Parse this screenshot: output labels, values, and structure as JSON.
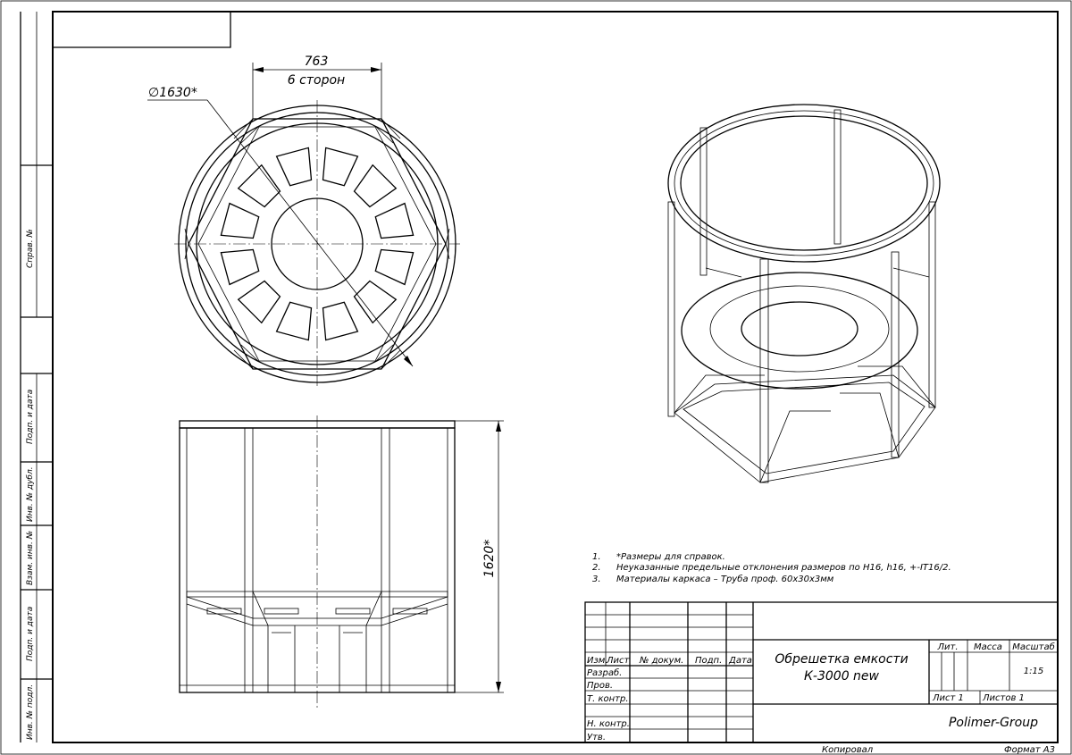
{
  "dimensions": {
    "side_length": "763",
    "side_note": "6 сторон",
    "diameter": "∅1630*",
    "height": "1620*"
  },
  "notes": [
    {
      "num": "1.",
      "text": "*Размеры для справок."
    },
    {
      "num": "2.",
      "text": "Неуказанные предельные отклонения размеров по H16, h16, +-IT16/2."
    },
    {
      "num": "3.",
      "text": "Материалы каркаса – Труба проф. 60x30x3мм"
    }
  ],
  "side_stamp": {
    "sprav": "Справ. №",
    "podp_data_1": "Подп. и дата",
    "inv_dubl": "Инв. № дубл.",
    "vzam_inv": "Взам. инв. №",
    "podp_data_2": "Подп. и дата",
    "inv_podl": "Инв. № подл."
  },
  "title_block": {
    "headers": {
      "izm": "Изм.",
      "list": "Лист",
      "dokum": "№ докум.",
      "podp": "Подп.",
      "data": "Дата"
    },
    "roles": [
      "Разраб.",
      "Пров.",
      "Т. контр.",
      "Н. контр.",
      "Утв."
    ],
    "title_line1": "Обрешетка емкости",
    "title_line2": "К-3000 new",
    "lit": "Лит.",
    "massa": "Масса",
    "masshtab": "Масштаб",
    "scale": "1:15",
    "sheet": "Лист 1",
    "sheets": "Листов 1",
    "company": "Polimer-Group"
  },
  "footer": {
    "copied": "Копировал",
    "format": "Формат А3"
  }
}
